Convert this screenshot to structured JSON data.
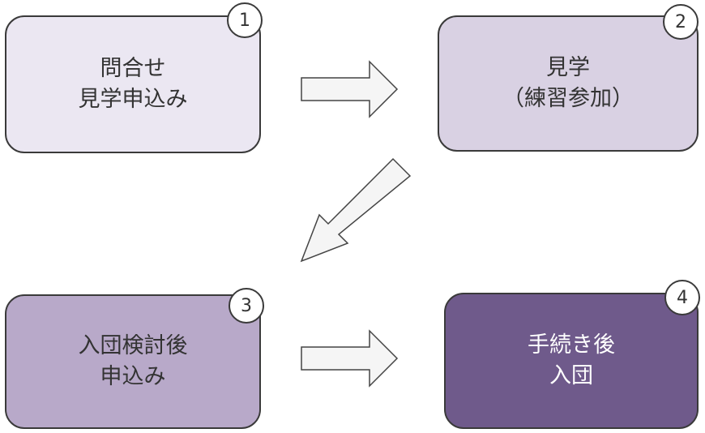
{
  "steps": [
    {
      "number": "1",
      "lines": [
        "問合せ",
        "見学申込み"
      ]
    },
    {
      "number": "2",
      "lines": [
        "見学",
        "（練習参加）"
      ]
    },
    {
      "number": "3",
      "lines": [
        "入団検討後",
        "申込み"
      ]
    },
    {
      "number": "4",
      "lines": [
        "手続き後",
        "入団"
      ]
    }
  ],
  "colors": {
    "step1_fill": "#ebe7f2",
    "step2_fill": "#d9d1e3",
    "step3_fill": "#b8a9c9",
    "step4_fill": "#6f5a8b",
    "border": "#3a3a3a",
    "arrow_fill": "#f5f5f5"
  },
  "icons": {
    "arrow_1_to_2": "right-arrow-icon",
    "arrow_2_to_3": "down-left-arrow-icon",
    "arrow_3_to_4": "right-arrow-icon"
  }
}
